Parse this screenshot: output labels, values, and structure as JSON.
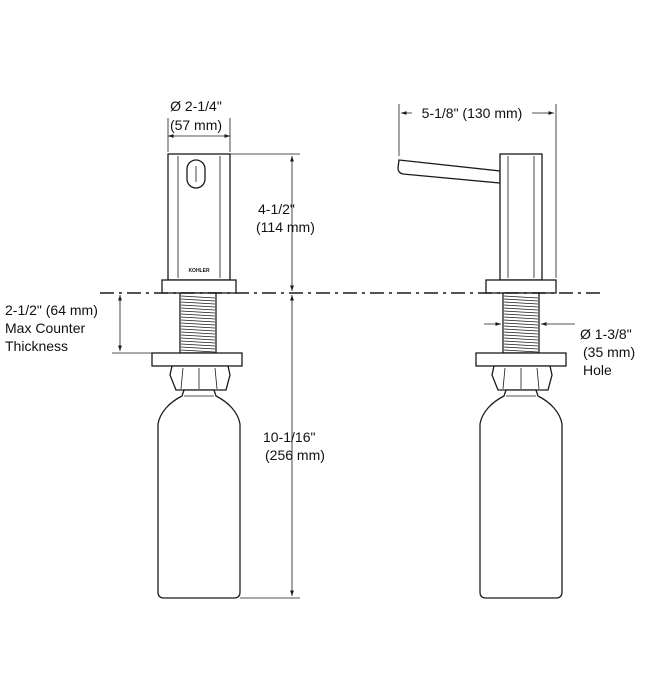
{
  "dimensions": {
    "base_diameter": {
      "line1": "Ø 2-1/4\"",
      "line2": "(57 mm)"
    },
    "spout_reach": {
      "line1": "5-1/8\" (130 mm)"
    },
    "pump_height": {
      "line1": "4-1/2\"",
      "line2": "(114 mm)"
    },
    "counter_thickness": {
      "line1": "2-1/2\" (64 mm)",
      "line2": "Max Counter",
      "line3": "Thickness"
    },
    "hole_diameter": {
      "line1": "Ø 1-3/8\"",
      "line2": "(35 mm)",
      "line3": "Hole"
    },
    "bottle_height": {
      "line1": "10-1/16\"",
      "line2": "(256 mm)"
    }
  },
  "brand_mark": "KOHLER"
}
